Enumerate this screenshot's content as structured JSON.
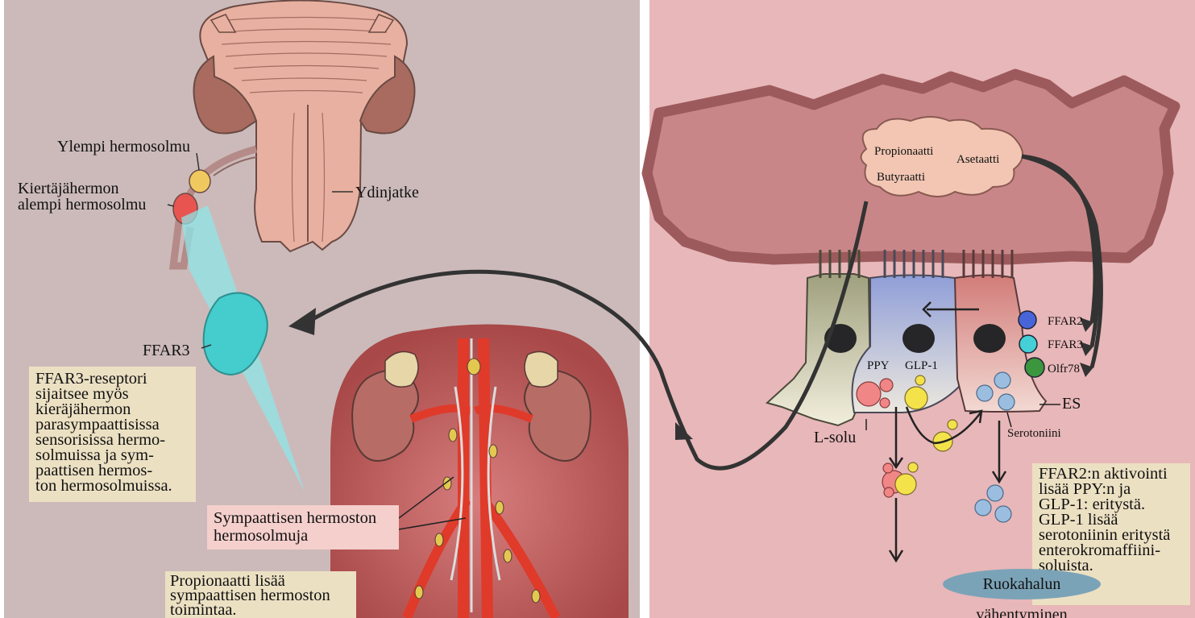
{
  "left_panel": {
    "labels": {
      "upper_neuron": "Ylempi hermosolmu",
      "vagus_lower_line1": "Kiertäjähermon",
      "vagus_lower_line2": "alempi hermosolmu",
      "medulla": "Ydinjatke",
      "ffar3": "FFAR3",
      "sympathetic_box": "Sympaattisen hermoston\nhermosolmuja"
    },
    "ffar3_note": "FFAR3-reseptori\nsijaitsee myös\nkieräjähermon\nparasympaattisissa\nsensorisissa hermo-\nsolmuissa ja sym-\npaattisen hermos-\nton hermosolmuissa.",
    "propionate_note": "Propionaatti lisää\nsympaattisen hermoston\ntoimintaa."
  },
  "right_panel": {
    "scfa": {
      "propionate": "Propionaatti",
      "acetate": "Asetaatti",
      "butyrate": "Butyraatti"
    },
    "receptors": [
      "FFAR2",
      "FFAR3",
      "Olfr78"
    ],
    "labels": {
      "ppy": "PPY",
      "glp1": "GLP-1",
      "es": "ES",
      "l_cell": "L-solu",
      "serotonin": "Serotoniini"
    },
    "outcome": "Ruokahalun vähentyminen",
    "ffar2_note": "FFAR2:n aktivointi\nlisää PPY:n ja\nGLP-1: eritystä.\nGLP-1 lisää\nserotoniinin eritystä\nenterokromaffiini-\nsoluista."
  },
  "colors": {
    "left_bg": "#ccbaba",
    "right_bg": "#e8b7b9",
    "lumen": "#c98688",
    "lumen_border": "#9d5a5c",
    "ffar3_blob": "#45cccc",
    "note_bg": "#ece0c3",
    "receptor_ffar2": "#4865d8",
    "receptor_ffar3": "#45cfd6",
    "receptor_olfr78": "#3c963e",
    "outcome": "#7ba3b7"
  }
}
